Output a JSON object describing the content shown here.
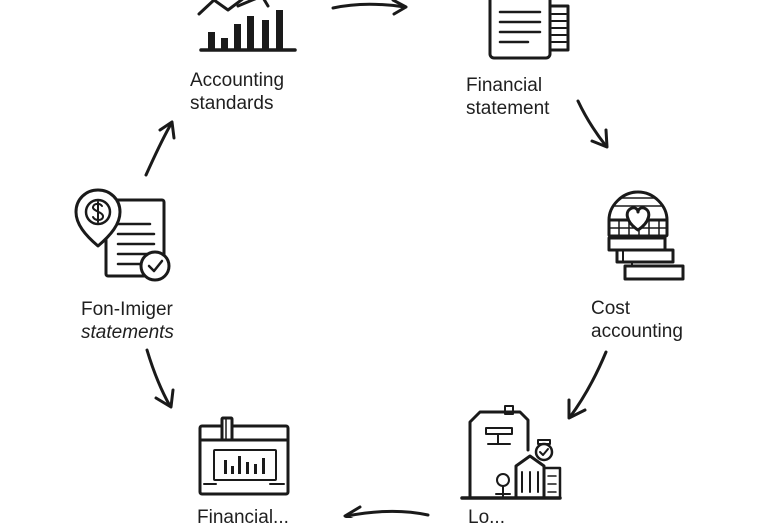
{
  "colors": {
    "ink": "#1a1a1a",
    "background": "#ffffff"
  },
  "nodes": [
    {
      "id": "accounting-standards",
      "icon": "bar-chart-trend-icon",
      "lines": [
        "Accounting",
        "standards"
      ]
    },
    {
      "id": "financial-statement",
      "icon": "document-ledger-icon",
      "lines": [
        "Financial",
        "statement"
      ]
    },
    {
      "id": "cost-accounting",
      "icon": "heart-brick-stack-icon",
      "lines": [
        "Cost",
        "accounting"
      ]
    },
    {
      "id": "bottom-right",
      "icon": "factory-building-icon",
      "lines": [
        "Lo..."
      ]
    },
    {
      "id": "bottom-left",
      "icon": "chart-window-icon",
      "lines": [
        "Financial..."
      ]
    },
    {
      "id": "fon-imiger-statements",
      "icon": "dollar-document-check-icon",
      "lines": [
        "Fon-Imiger",
        "statements"
      ]
    }
  ]
}
